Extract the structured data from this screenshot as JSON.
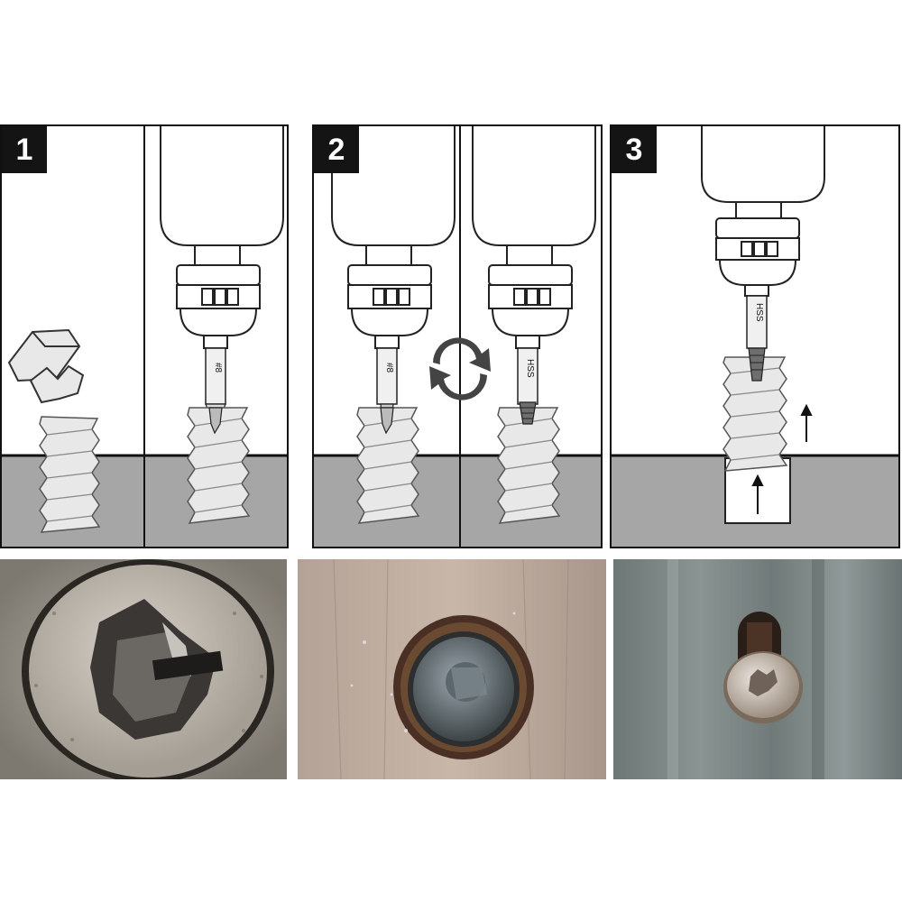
{
  "steps": [
    {
      "number": "1",
      "bit_label": "#8"
    },
    {
      "number": "2",
      "bit_label_left": "#8",
      "bit_label_right": "HSS"
    },
    {
      "number": "3",
      "bit_label": "HSS"
    }
  ],
  "icons": {
    "rotate": "rotate-arrows-icon",
    "up_arrow": "up-arrow-icon"
  },
  "colors": {
    "ground": "#a6a6a6",
    "screw": "#e8e8e8",
    "outline": "#111111",
    "badge": "#141414"
  },
  "photos": [
    {
      "name": "stripped-screw-photo"
    },
    {
      "name": "drilled-screw-photo"
    },
    {
      "name": "extracted-screw-photo"
    }
  ]
}
